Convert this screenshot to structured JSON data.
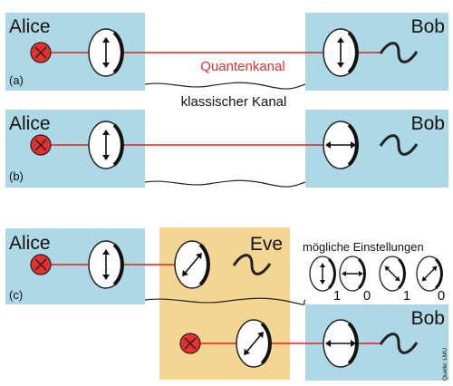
{
  "labels": {
    "alice": "Alice",
    "bob": "Bob",
    "eve": "Eve",
    "quantum_channel": "Quantenkanal",
    "classical_channel": "klassischer Kanal",
    "panel_a": "(a)",
    "panel_b": "(b)",
    "panel_c": "(c)",
    "possible_settings": "mögliche Einstellungen",
    "source_credit": "Quelle: LMU"
  },
  "settings_values": [
    "1",
    "0",
    "1",
    "0"
  ],
  "colors": {
    "box_blue": "#add8e6",
    "eve_box": "#f5d592",
    "beam_red": "#e02020",
    "emitter_red": "#e53030",
    "quantum_label": "#e53030",
    "wave": "#222222"
  },
  "icons": {
    "emitter": "red-circle-cross-icon",
    "polarizer": "polarizer-arrow-icon",
    "detector": "detector-wave-icon"
  }
}
